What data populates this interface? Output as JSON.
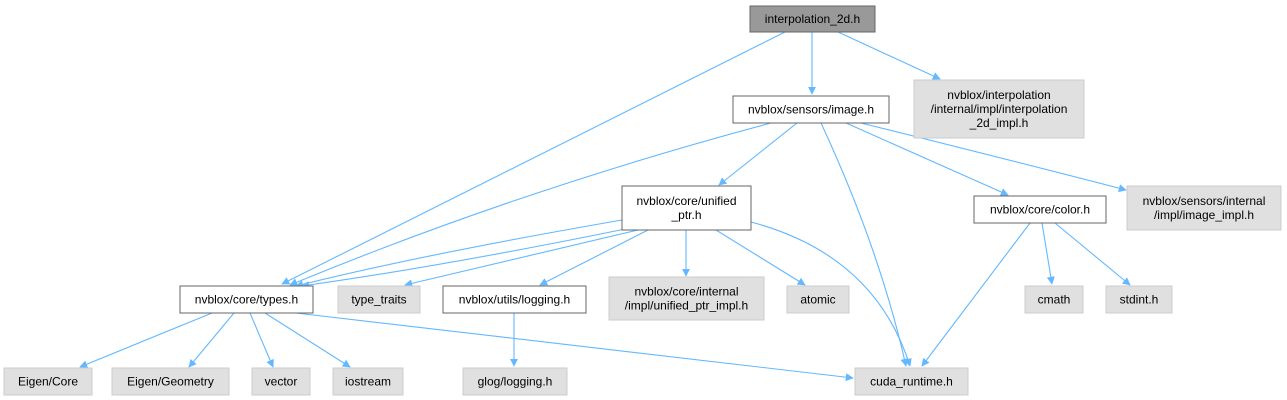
{
  "colors": {
    "root_fill": "#999999",
    "internal_fill": "#ffffff",
    "external_fill": "#e0e0e0",
    "border_dark": "#666666",
    "border_light": "#cccccc",
    "edge": "#63b8ff"
  },
  "nodes": {
    "interpolation_2d": {
      "lines": [
        "interpolation_2d.h"
      ]
    },
    "interp_impl": {
      "lines": [
        "nvblox/interpolation",
        "/internal/impl/interpolation",
        "_2d_impl.h"
      ]
    },
    "sensors_image": {
      "lines": [
        "nvblox/sensors/image.h"
      ]
    },
    "unified_ptr": {
      "lines": [
        "nvblox/core/unified",
        "_ptr.h"
      ]
    },
    "core_color": {
      "lines": [
        "nvblox/core/color.h"
      ]
    },
    "image_impl": {
      "lines": [
        "nvblox/sensors/internal",
        "/impl/image_impl.h"
      ]
    },
    "core_types": {
      "lines": [
        "nvblox/core/types.h"
      ]
    },
    "type_traits": {
      "lines": [
        "type_traits"
      ]
    },
    "utils_logging": {
      "lines": [
        "nvblox/utils/logging.h"
      ]
    },
    "unified_ptr_impl": {
      "lines": [
        "nvblox/core/internal",
        "/impl/unified_ptr_impl.h"
      ]
    },
    "atomic": {
      "lines": [
        "atomic"
      ]
    },
    "cmath": {
      "lines": [
        "cmath"
      ]
    },
    "stdint": {
      "lines": [
        "stdint.h"
      ]
    },
    "eigen_core": {
      "lines": [
        "Eigen/Core"
      ]
    },
    "eigen_geometry": {
      "lines": [
        "Eigen/Geometry"
      ]
    },
    "vector": {
      "lines": [
        "vector"
      ]
    },
    "iostream": {
      "lines": [
        "iostream"
      ]
    },
    "glog_logging": {
      "lines": [
        "glog/logging.h"
      ]
    },
    "cuda_runtime": {
      "lines": [
        "cuda_runtime.h"
      ]
    }
  }
}
